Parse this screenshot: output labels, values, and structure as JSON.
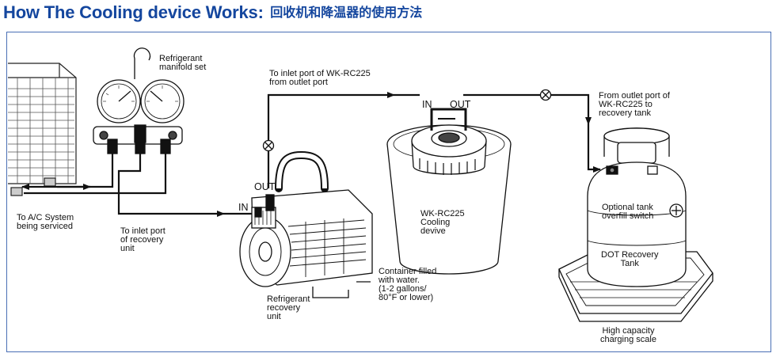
{
  "title": {
    "english": "How The Cooling device Works:",
    "chinese": "回收机和降温器的使用方法"
  },
  "colors": {
    "title": "#14469e",
    "frame_border": "#4a6fb5",
    "line": "#111111"
  },
  "labels": {
    "manifold": "Refrigerant\nmanifold set",
    "ac_system": "To A/C System\nbeing serviced",
    "inlet_recovery": "To inlet port\nof recovery\nunit",
    "inlet_wk": "To inlet port of WK-RC225\nfrom outlet port",
    "outlet_wk": "From outlet port of\nWK-RC225 to\nrecovery tank",
    "cooling_device": "WK-RC225\nCooling\ndevive",
    "container": "Container filled\nwith water.\n(1-2 gallons/\n80°F or lower)",
    "recovery_unit": "Refrigerant\nrecovery\nunit",
    "overfill": "Optional tank\noverfill switch",
    "dot_tank": "DOT Recovery\nTank",
    "scale": "High capacity\ncharging scale"
  },
  "ports": {
    "unit_out": "OUT",
    "unit_in": "IN",
    "device_in": "IN",
    "device_out": "OUT"
  },
  "icons": [
    "ac-condenser-icon",
    "manifold-gauge-icon",
    "recovery-pump-icon",
    "cooling-bucket-icon",
    "recovery-tank-icon",
    "charging-scale-icon",
    "valve-icon",
    "arrow-icon"
  ]
}
